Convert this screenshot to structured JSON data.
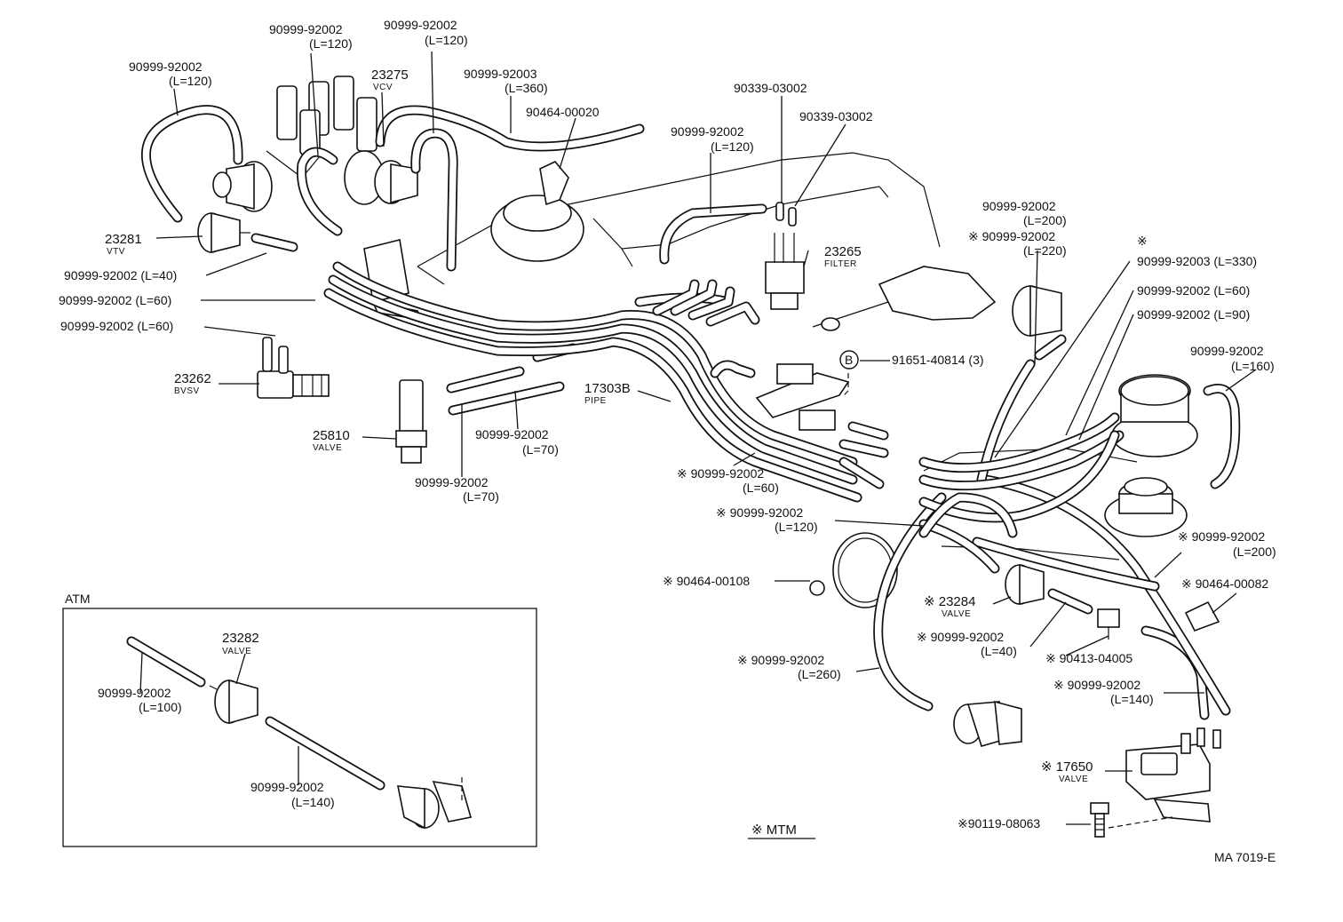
{
  "diagram": {
    "code": "MA 7019-E",
    "mtm_legend": "※ MTM",
    "atm_title": "ATM",
    "labels": {
      "hose_120_a": {
        "part": "90999-92002",
        "note": "(L=120)"
      },
      "hose_120_b": {
        "part": "90999-92002",
        "note": "(L=120)"
      },
      "hose_120_c": {
        "part": "90999-92002",
        "note": "(L=120)"
      },
      "vcv": {
        "part": "23275",
        "name": "VCV"
      },
      "hose_360": {
        "part": "90999-92003",
        "note": "(L=360)"
      },
      "clamp_20": {
        "part": "90464-00020"
      },
      "bolt_03002_a": {
        "part": "90339-03002"
      },
      "bolt_03002_b": {
        "part": "90339-03002"
      },
      "hose_120_d": {
        "part": "90999-92002",
        "note": "(L=120)"
      },
      "filter": {
        "part": "23265",
        "name": "FILTER"
      },
      "vtv": {
        "part": "23281",
        "name": "VTV"
      },
      "hose_40": {
        "text": "90999-92002 (L=40)"
      },
      "hose_60_a": {
        "text": "90999-92002 (L=60)"
      },
      "hose_60_b": {
        "text": "90999-92002 (L=60)"
      },
      "bvsv": {
        "part": "23262",
        "name": "BVSV"
      },
      "valve_25810": {
        "part": "25810",
        "name": "VALVE"
      },
      "hose_70_a": {
        "part": "90999-92002",
        "note": "(L=70)"
      },
      "hose_70_b": {
        "part": "90999-92002",
        "note": "(L=70)"
      },
      "pipe": {
        "part": "17303B",
        "name": "PIPE"
      },
      "hose_60_mtm": {
        "part": "※ 90999-92002",
        "note": "(L=60)"
      },
      "screw_b": {
        "marker": "B",
        "text": "91651-40814 (3)"
      },
      "hose_200_a": {
        "part": "90999-92002",
        "note": "(L=200)"
      },
      "hose_220": {
        "part": "※ 90999-92002",
        "note": "(L=220)"
      },
      "hose_330": {
        "mark": "※",
        "text": "90999-92003 (L=330)"
      },
      "hose_60_c": {
        "text": "90999-92002 (L=60)"
      },
      "hose_90": {
        "text": "90999-92002 (L=90)"
      },
      "hose_160": {
        "part": "90999-92002",
        "note": "(L=160)"
      },
      "hose_120_mtm": {
        "part": "※ 90999-92002",
        "note": "(L=120)"
      },
      "hose_200_b": {
        "part": "※ 90999-92002",
        "note": "(L=200)"
      },
      "clamp_108": {
        "text": "※ 90464-00108"
      },
      "clamp_82": {
        "text": "※ 90464-00082"
      },
      "valve_23284": {
        "part": "※ 23284",
        "name": "VALVE"
      },
      "hose_40_mtm": {
        "part": "※ 90999-92002",
        "note": "(L=40)"
      },
      "joint_04005": {
        "text": "※ 90413-04005"
      },
      "hose_260": {
        "part": "※ 90999-92002",
        "note": "(L=260)"
      },
      "hose_140_mtm": {
        "part": "※ 90999-92002",
        "note": "(L=140)"
      },
      "valve_17650": {
        "part": "※ 17650",
        "name": "VALVE"
      },
      "bolt_08063": {
        "text": "※90119-08063"
      },
      "atm_valve": {
        "part": "23282",
        "name": "VALVE"
      },
      "atm_hose_100": {
        "part": "90999-92002",
        "note": "(L=100)"
      },
      "atm_hose_140": {
        "part": "90999-92002",
        "note": "(L=140)"
      }
    }
  }
}
